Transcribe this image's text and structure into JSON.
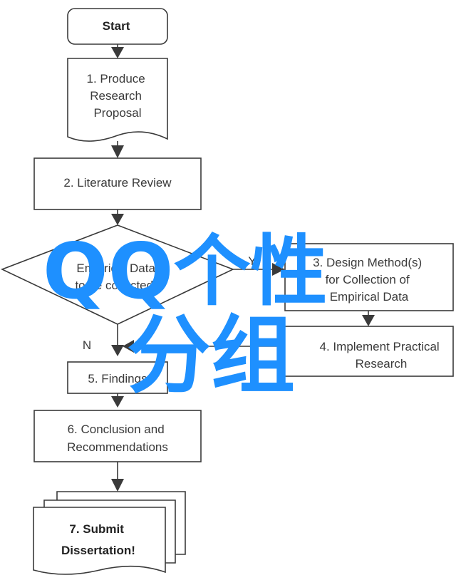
{
  "flowchart": {
    "start": "Start",
    "step1": [
      "1. Produce",
      "Research",
      "Proposal"
    ],
    "step2": "2. Literature Review",
    "step3": [
      "Empirical Data",
      "to be collected?"
    ],
    "step3_yes": "Y",
    "step3_no": "N",
    "step3b": [
      "3. Design Method(s)",
      "for Collection of",
      "Empirical Data"
    ],
    "step4": [
      "4. Implement Practical",
      "Research"
    ],
    "step5": "5. Findings",
    "step6": [
      "6. Conclusion and",
      "Recommendations"
    ],
    "step7": [
      "7. Submit",
      "Dissertation!"
    ]
  },
  "watermark": {
    "line1": "QQ个性",
    "line2": "分组",
    "color": "#1e90ff"
  }
}
